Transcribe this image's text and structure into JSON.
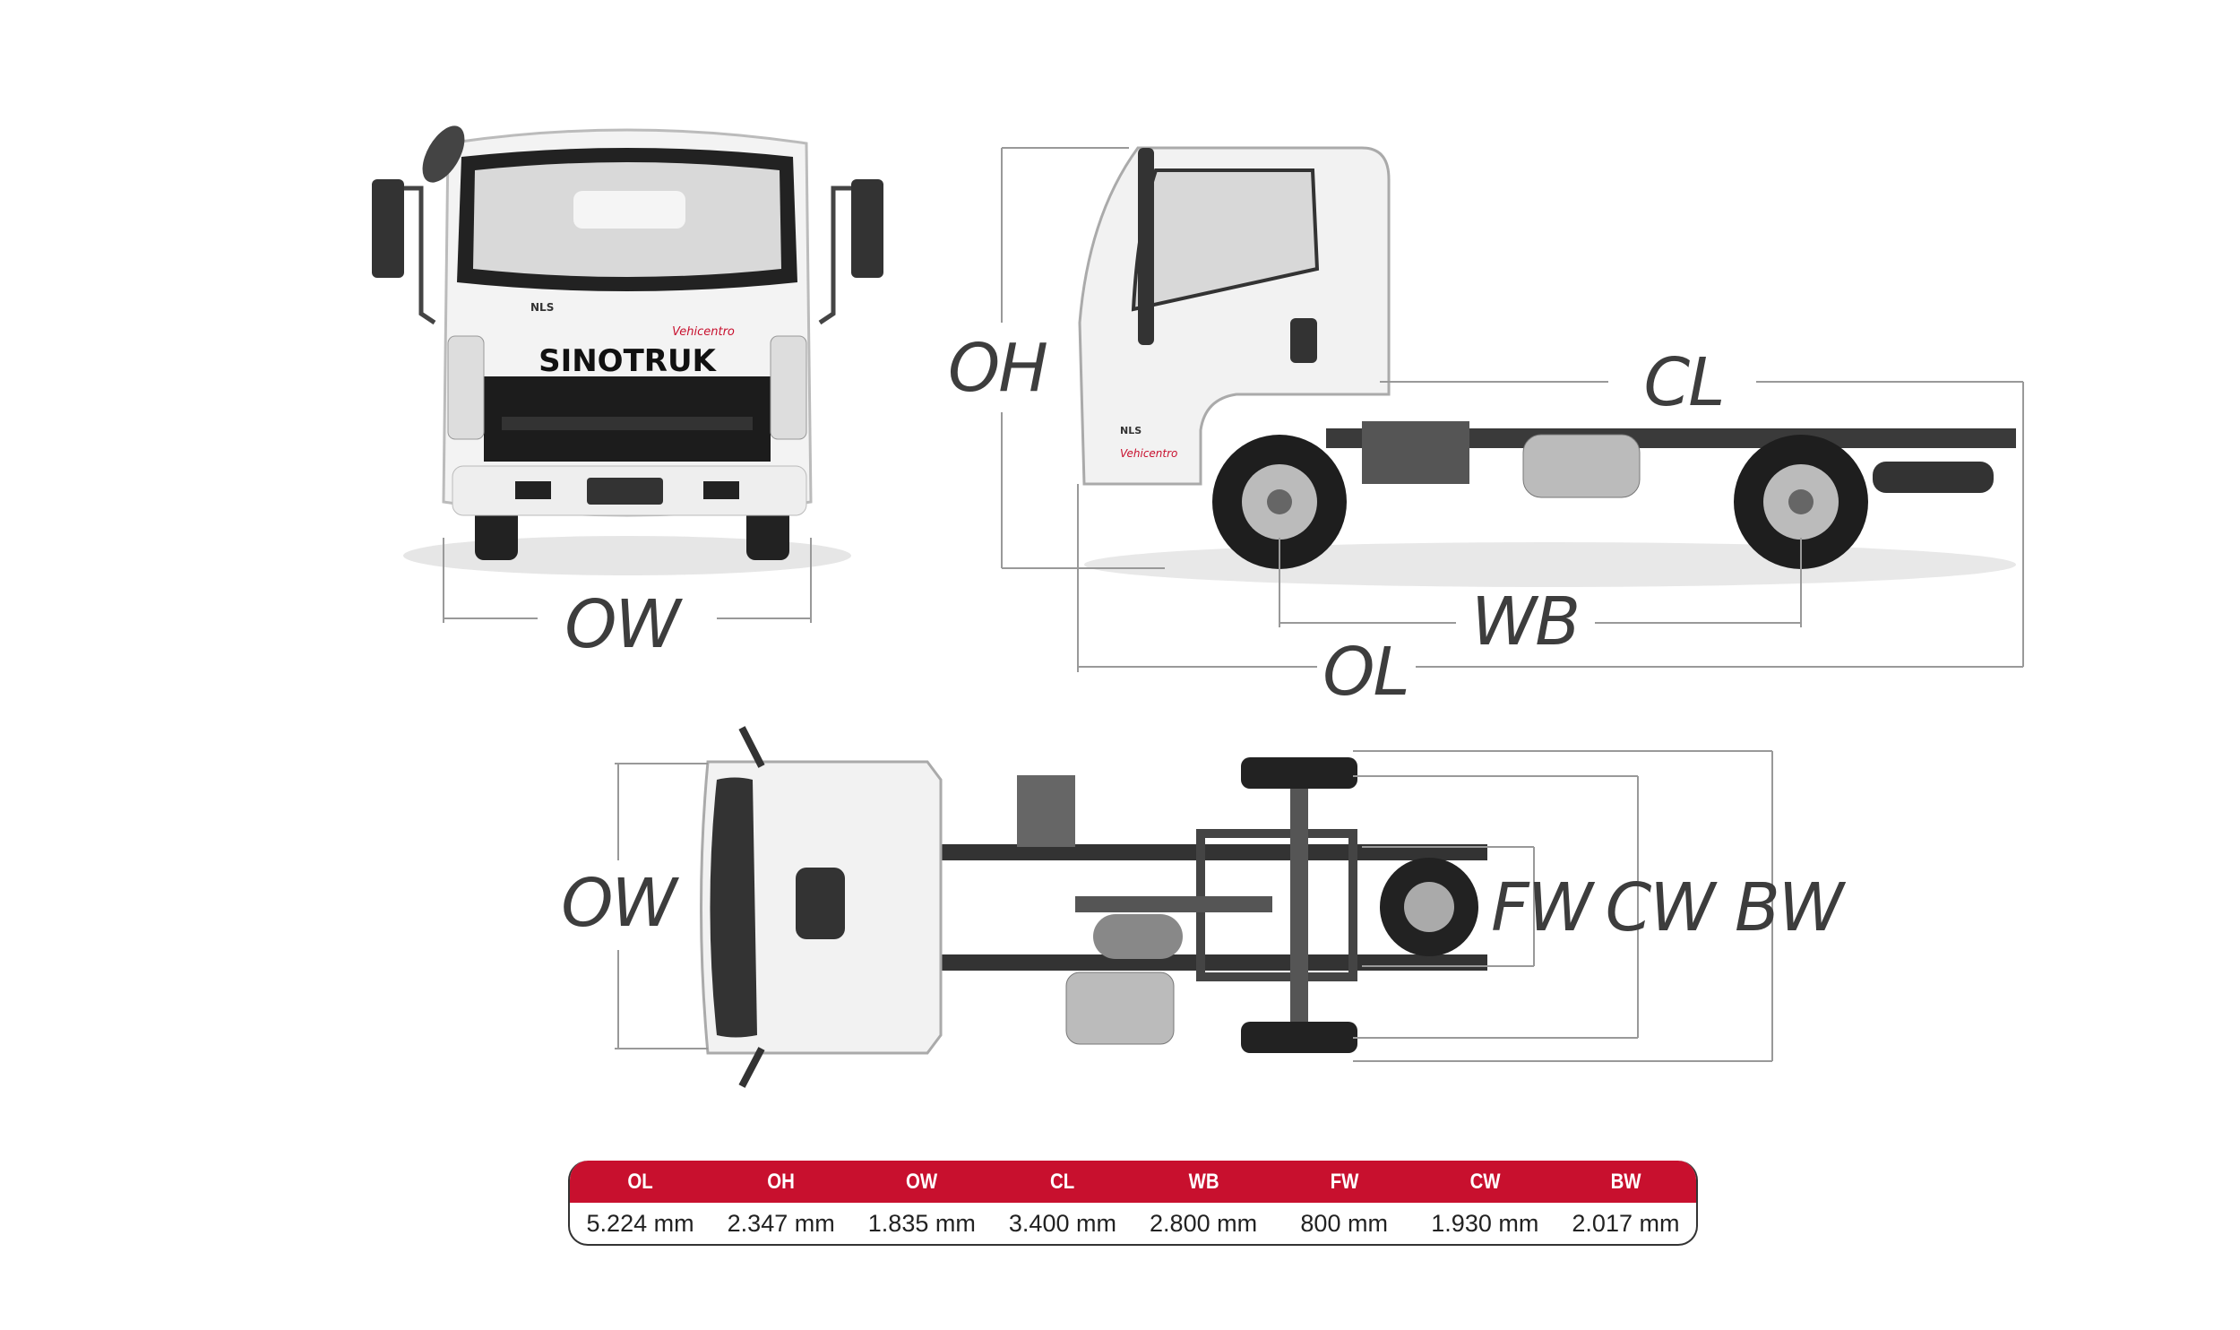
{
  "logos": {
    "brand": "SINOTRUK",
    "dealer": "Vehicentro",
    "model": "NLS"
  },
  "labels": {
    "front_ow": "OW",
    "side_oh": "OH",
    "side_cl": "CL",
    "side_wb": "WB",
    "side_ol": "OL",
    "top_ow": "OW",
    "top_fw": "FW",
    "top_cw": "CW",
    "top_bw": "BW"
  },
  "spec_table": {
    "headers": [
      "OL",
      "OH",
      "OW",
      "CL",
      "WB",
      "FW",
      "CW",
      "BW"
    ],
    "values": [
      "5.224 mm",
      "2.347 mm",
      "1.835 mm",
      "3.400 mm",
      "2.800 mm",
      "800 mm",
      "1.930 mm",
      "2.017 mm"
    ]
  },
  "colors": {
    "accent": "#c8102e",
    "label": "#3d3d3d",
    "cab": "#f2f2f2"
  }
}
